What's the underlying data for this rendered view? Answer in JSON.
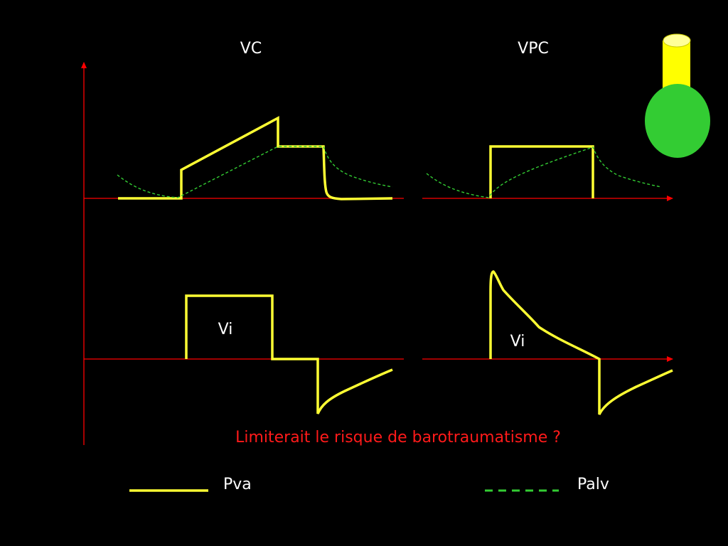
{
  "panels": {
    "vc_title": "VC",
    "vpc_title": "VPC"
  },
  "flow_labels": {
    "vc_vi": "Vi",
    "vpc_vi": "Vi"
  },
  "question": "Limiterait le risque de barotraumatisme ?",
  "legend": [
    {
      "label": "Pva",
      "color": "#ffff33",
      "style": "solid"
    },
    {
      "label": "Palv",
      "color": "#33cc33",
      "style": "dashed"
    }
  ],
  "colors": {
    "background": "#000000",
    "axis": "#ff0000",
    "pva": "#ffff33",
    "palv": "#33cc33",
    "question_text": "#ff1a1a",
    "balloon_body": "#33cc33",
    "balloon_tube": "#ffff00"
  },
  "icons": {
    "balloon": "lung-balloon-icon"
  }
}
